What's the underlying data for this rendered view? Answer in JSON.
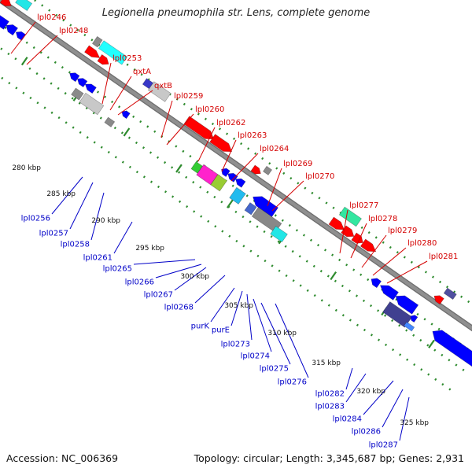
{
  "title": "Legionella pneumophila str. Lens, complete genome",
  "footer": {
    "accession": "Accession: NC_006369",
    "summary": "Topology: circular; Length: 3,345,687 bp; Genes: 2,931"
  },
  "colors": {
    "backbone": "#8f8f8f",
    "ruler": "#2e8b2e",
    "label_forward": "#d40000",
    "label_reverse": "#0000c8"
  },
  "scale_labels": [
    "280 kbp",
    "285 kbp",
    "290 kbp",
    "295 kbp",
    "300 kbp",
    "305 kbp",
    "310 kbp",
    "315 kbp",
    "320 kbp",
    "325 kbp"
  ],
  "forward_labels": [
    "lpl0246",
    "lpl0248",
    "lpl0253",
    "qxtA",
    "qxtB",
    "lpl0259",
    "lpl0260",
    "lpl0262",
    "lpl0263",
    "lpl0264",
    "lpl0269",
    "lpl0270",
    "lpl0277",
    "lpl0278",
    "lpl0279",
    "lpl0280",
    "lpl0281"
  ],
  "reverse_labels": [
    "lpl0256",
    "lpl0257",
    "lpl0258",
    "lpl0261",
    "lpl0265",
    "lpl0266",
    "lpl0267",
    "lpl0268",
    "purK",
    "purE",
    "lpl0273",
    "lpl0274",
    "lpl0275",
    "lpl0276",
    "lpl0282",
    "lpl0283",
    "lpl0284",
    "lpl0286",
    "lpl0287"
  ]
}
